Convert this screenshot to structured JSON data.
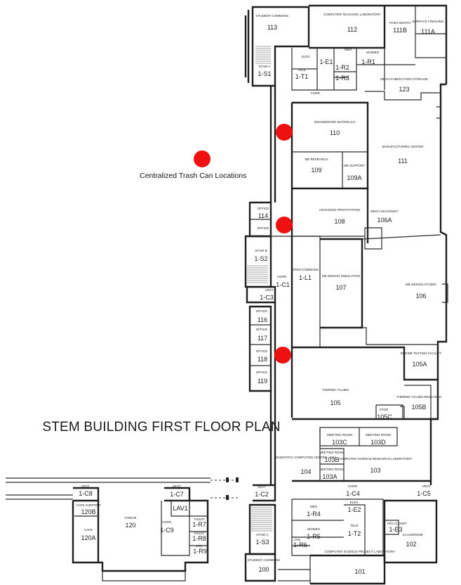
{
  "plan_title": "STEM BUILDING FIRST FLOOR PLAN",
  "legend": {
    "label": "Centralized Trash Can Locations",
    "marker_color": "#ee1111"
  },
  "colors": {
    "walls": "#1e1e1e",
    "background": "#ffffff"
  },
  "rooms": {
    "r113": {
      "name": "STUDENT COMMONS",
      "num": "113"
    },
    "r112": {
      "name": "COMPUTER TEACHING LABORATORY",
      "num": "112"
    },
    "r111b": {
      "name": "PAINT BOOTH",
      "num": "111B"
    },
    "r111a": {
      "name": "SURFACE FINISHING",
      "num": "111A"
    },
    "rs1": {
      "name": "STAIR A",
      "num": "1-S1"
    },
    "re1": {
      "name": "ELEV.",
      "num": "1-E1"
    },
    "rt1": {
      "name": "TELE",
      "num": "1-T1"
    },
    "rr2": {
      "num": "1-R2"
    },
    "rr3": {
      "num": "1-R3"
    },
    "rmen1": {
      "name": "MEN"
    },
    "rr1": {
      "name": "WOMEN",
      "num": "1-R1"
    },
    "r123": {
      "name": "MECH-FABRICATION STORAGE",
      "num": "123"
    },
    "corr_top": {
      "name": "CORR."
    },
    "r110": {
      "name": "ENGINEERING MATERIALS",
      "num": "110"
    },
    "r109": {
      "name": "ME RESEARCH",
      "num": "109"
    },
    "r109a": {
      "name": "ME SUPPORT",
      "num": "109A"
    },
    "r111": {
      "name": "MANUFACTURING CENTER",
      "num": "111"
    },
    "r114": {
      "name": "OFFICE",
      "num": "114"
    },
    "r115": {
      "name": "OFFICE"
    },
    "r108": {
      "name": "ADVANCED PROTOTYPING",
      "num": "108"
    },
    "r106a": {
      "name": "MECH-MACHINIST",
      "num": "106A"
    },
    "rs2": {
      "name": "STAIR B",
      "num": "1-S2"
    },
    "rl1": {
      "name": "OPEN COMMONS",
      "num": "1-L1"
    },
    "rc1": {
      "name": "CORR.",
      "num": "1-C1"
    },
    "rc3": {
      "name": "VEST.",
      "num": "1-C3"
    },
    "r107": {
      "name": "ME DESIGN SIMULATION",
      "num": "107"
    },
    "r106": {
      "name": "ME DESIGN STUDIO",
      "num": "106"
    },
    "r116": {
      "name": "OFFICE",
      "num": "116"
    },
    "r117": {
      "name": "OFFICE",
      "num": "117"
    },
    "r118": {
      "name": "OFFICE",
      "num": "118"
    },
    "r119": {
      "name": "OFFICE",
      "num": "119"
    },
    "r105a": {
      "name": "ENGINE TESTING FACILITY",
      "num": "105A"
    },
    "r105": {
      "name": "THERMO- FLUIDS",
      "num": "105"
    },
    "r105b": {
      "name": "THERMO- FLUIDS RESEARCH",
      "num": "105B"
    },
    "r105c": {
      "name": "STOR",
      "num": "105C"
    },
    "r103c": {
      "name": "MEETING ROOM",
      "num": "103C"
    },
    "r103d": {
      "name": "MEETING ROOM",
      "num": "103D"
    },
    "r104": {
      "name": "SCIENTIFIC COMPUTING CENTER - ESA",
      "num": "104"
    },
    "r103b": {
      "name": "MEETING ROOM",
      "num": "103B"
    },
    "r103a": {
      "name": "MEETING ROOM",
      "num": "103A"
    },
    "r103": {
      "name": "COMPUTER SCIENCE RESEARCH LABORATORY",
      "num": "103"
    },
    "rc8": {
      "name": "VEST.",
      "num": "1-C8"
    },
    "rc7": {
      "name": "VEST.",
      "num": "1-C7"
    },
    "r120b": {
      "name": "CAFE SUPPORT",
      "num": "120B"
    },
    "rav1": {
      "num": "LAV1"
    },
    "r120": {
      "name": "FORUM",
      "num": "120"
    },
    "rc9": {
      "name": "CORR.",
      "num": "1-C9"
    },
    "r120a": {
      "name": "CAFE",
      "num": "120A"
    },
    "rr7": {
      "name": "TOILET",
      "num": "1-R7"
    },
    "rr8": {
      "name": "TOILET",
      "num": "1-R8"
    },
    "rr9": {
      "name": "JAN.",
      "num": "1-R9"
    },
    "rc2": {
      "name": "VEST.",
      "num": "1-C2"
    },
    "rc4": {
      "name": "CORR.",
      "num": "1-C4"
    },
    "rc5": {
      "name": "VEST.",
      "num": "1-C5"
    },
    "rr4": {
      "name": "MEN",
      "num": "1-R4"
    },
    "re2": {
      "name": "ELEV.",
      "num": "1-E2"
    },
    "rr5": {
      "name": "WOMEN",
      "num": "1-R5"
    },
    "rt2": {
      "name": "TELE",
      "num": "1-T2"
    },
    "re3": {
      "name": "FES CLOSET",
      "num": "1-E3"
    },
    "r102": {
      "name": "CLASSROOM",
      "num": "102"
    },
    "rs3": {
      "name": "STAIR C",
      "num": "1-S3"
    },
    "rr6": {
      "name": "JAN.",
      "num": "1-R6"
    },
    "r100": {
      "name": "STUDENT COMMONS",
      "num": "100"
    },
    "r101": {
      "name": "COMPUTER SCIENCE PROJECT LABORATORY",
      "num": "101"
    }
  }
}
